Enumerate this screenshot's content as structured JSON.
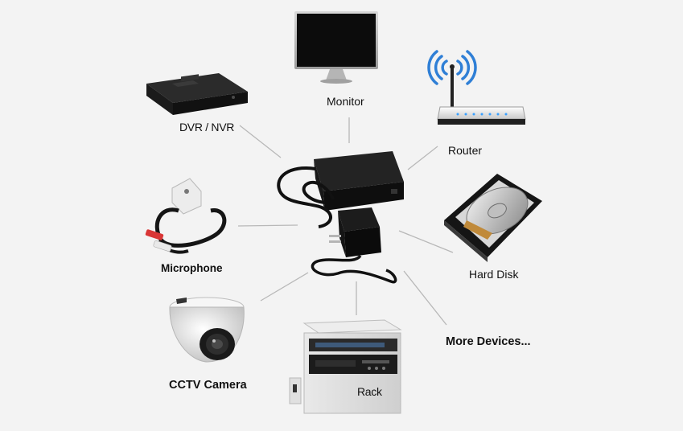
{
  "labels": {
    "monitor": "Monitor",
    "dvr": "DVR / NVR",
    "router": "Router",
    "microphone": "Microphone",
    "hard_disk": "Hard Disk",
    "cctv": "CCTV Camera",
    "rack": "Rack",
    "more": "More Devices..."
  },
  "colors": {
    "background": "#f3f3f3",
    "connector_line": "#b8b8b8",
    "device_dark": "#1a1a1a",
    "wifi_blue": "#2f7fd6",
    "led_blue": "#3aa0ff"
  }
}
